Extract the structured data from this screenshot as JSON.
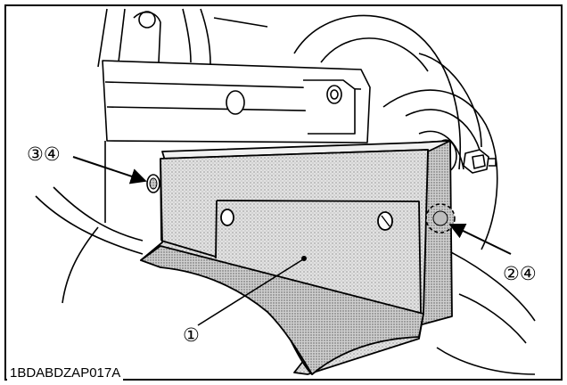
{
  "figure": {
    "id_code": "1BDABDZAP017A",
    "callouts": [
      {
        "label": "①"
      },
      {
        "label": "②④"
      },
      {
        "label": "③④"
      }
    ]
  }
}
